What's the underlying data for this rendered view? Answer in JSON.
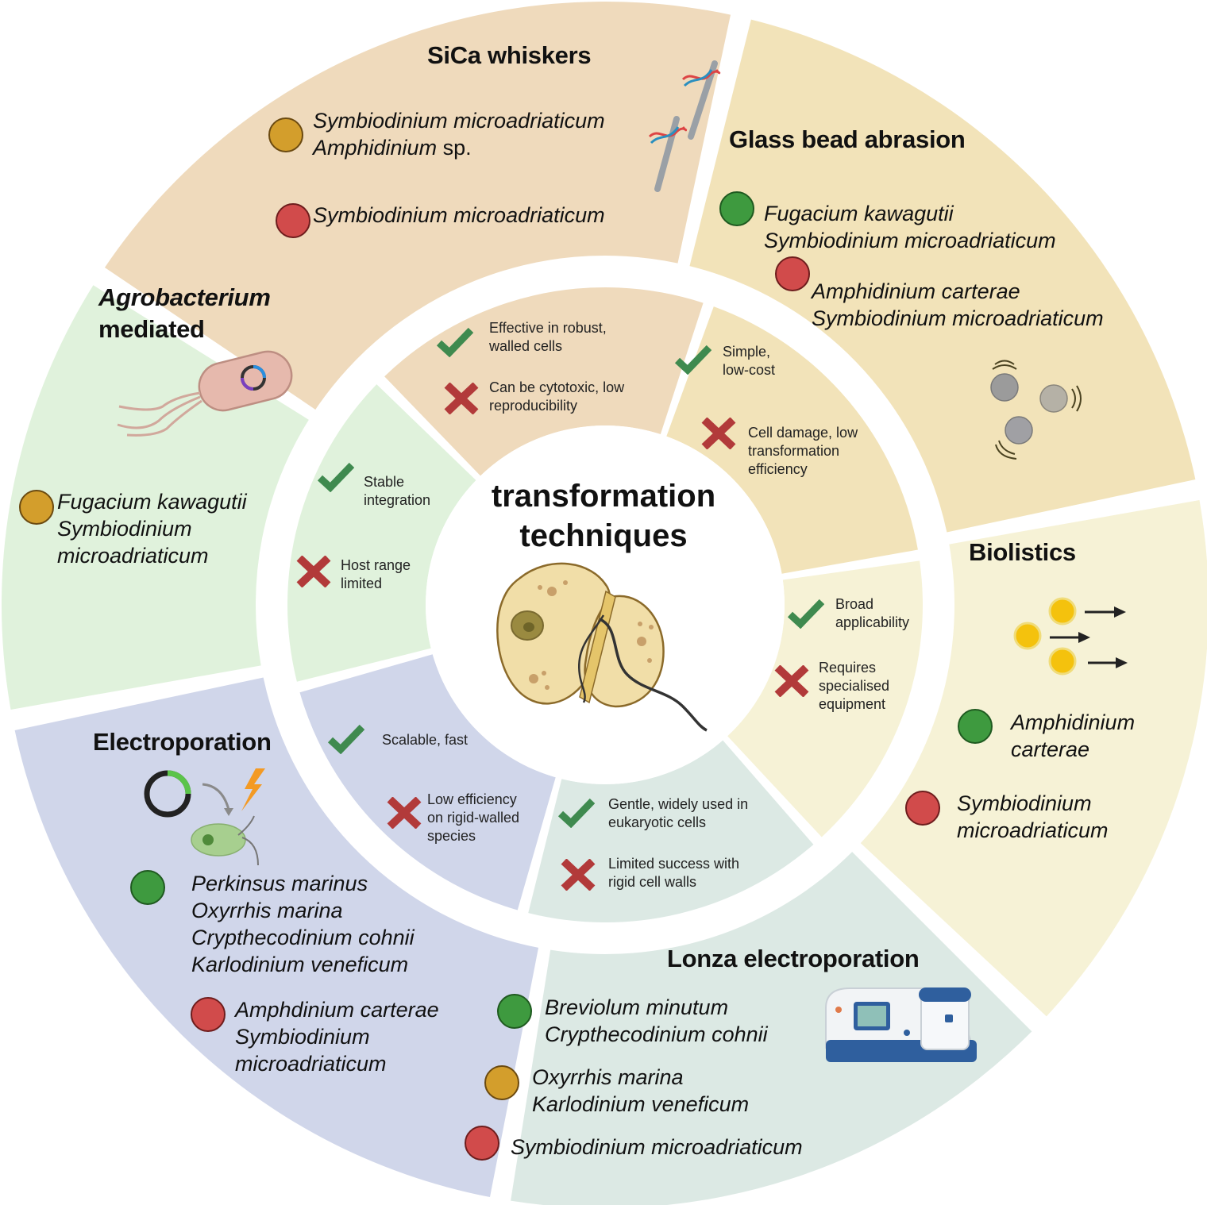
{
  "center": {
    "title_line1": "transformation",
    "title_line2": "techniques",
    "icon": "dinoflagellate-cell-icon"
  },
  "legend_colors": {
    "success": "#3e9a3f",
    "partial": "#d39e2c",
    "failure": "#d14b4b",
    "pro_check": "#3f8a4f",
    "con_cross": "#b23a3a"
  },
  "techniques": [
    {
      "id": "sica",
      "name": "SiCa whiskers",
      "color": "#efdabc",
      "icon": "dna-whisker-icon",
      "groups": [
        {
          "status": "partial",
          "species": [
            "Symbiodinium microadriaticum",
            "Amphidinium sp."
          ]
        },
        {
          "status": "failure",
          "species": [
            "Symbiodinium microadriaticum"
          ]
        }
      ],
      "pro": "Effective in robust, walled cells",
      "pro_lines": [
        "Effective in robust,",
        "walled cells"
      ],
      "con_lines": [
        "Can be cytotoxic, low",
        "reproducibility"
      ]
    },
    {
      "id": "glass",
      "name": "Glass bead abrasion",
      "color": "#f2e3b9",
      "icon": "glass-beads-icon",
      "groups": [
        {
          "status": "success",
          "species": [
            "Fugacium kawagutii",
            "Symbiodinium microadriaticum"
          ]
        },
        {
          "status": "failure",
          "species": [
            "Amphidinium carterae",
            "Symbiodinium microadriaticum"
          ]
        }
      ],
      "pro_lines": [
        "Simple,",
        "low-cost"
      ],
      "con_lines": [
        "Cell damage, low",
        "transformation",
        "efficiency"
      ]
    },
    {
      "id": "biolistics",
      "name": "Biolistics",
      "color": "#f6f2d6",
      "icon": "gold-particles-icon",
      "groups": [
        {
          "status": "success",
          "species": [
            "Amphidinium",
            "carterae"
          ]
        },
        {
          "status": "failure",
          "species": [
            "Symbiodinium",
            "microadriaticum"
          ]
        }
      ],
      "pro_lines": [
        "Broad",
        "applicability"
      ],
      "con_lines": [
        "Requires",
        "specialised",
        "equipment"
      ]
    },
    {
      "id": "lonza",
      "name": "Lonza electroporation",
      "color": "#dce9e4",
      "icon": "nucleofector-device-icon",
      "groups": [
        {
          "status": "success",
          "species": [
            "Breviolum minutum",
            "Crypthecodinium cohnii"
          ]
        },
        {
          "status": "partial",
          "species": [
            "Oxyrrhis marina",
            "Karlodinium veneficum"
          ]
        },
        {
          "status": "failure",
          "species": [
            "Symbiodinium microadriaticum"
          ]
        }
      ],
      "pro_lines": [
        "Gentle, widely used in",
        "eukaryotic cells"
      ],
      "con_lines": [
        "Limited success with",
        "rigid cell walls"
      ]
    },
    {
      "id": "electro",
      "name": "Electroporation",
      "color": "#d0d6ea",
      "icon": "plasmid-electric-shock-icon",
      "groups": [
        {
          "status": "success",
          "species": [
            "Perkinsus marinus",
            "Oxyrrhis marina",
            "Crypthecodinium cohnii",
            "Karlodinium veneficum"
          ]
        },
        {
          "status": "failure",
          "species": [
            "Amphdinium carterae",
            "Symbiodinium",
            "microadriaticum"
          ]
        }
      ],
      "pro_lines": [
        "Scalable, fast"
      ],
      "con_lines": [
        "Low efficiency",
        "on rigid-walled",
        "species"
      ]
    },
    {
      "id": "agro",
      "name_line1": "Agrobacterium",
      "name_line2": "mediated",
      "color": "#e0f2dc",
      "icon": "bacterium-plasmid-icon",
      "groups": [
        {
          "status": "partial",
          "species": [
            "Fugacium kawagutii",
            "Symbiodinium",
            "microadriaticum"
          ]
        }
      ],
      "pro_lines": [
        "Stable",
        "integration"
      ],
      "con_lines": [
        "Host range",
        "limited"
      ]
    }
  ]
}
